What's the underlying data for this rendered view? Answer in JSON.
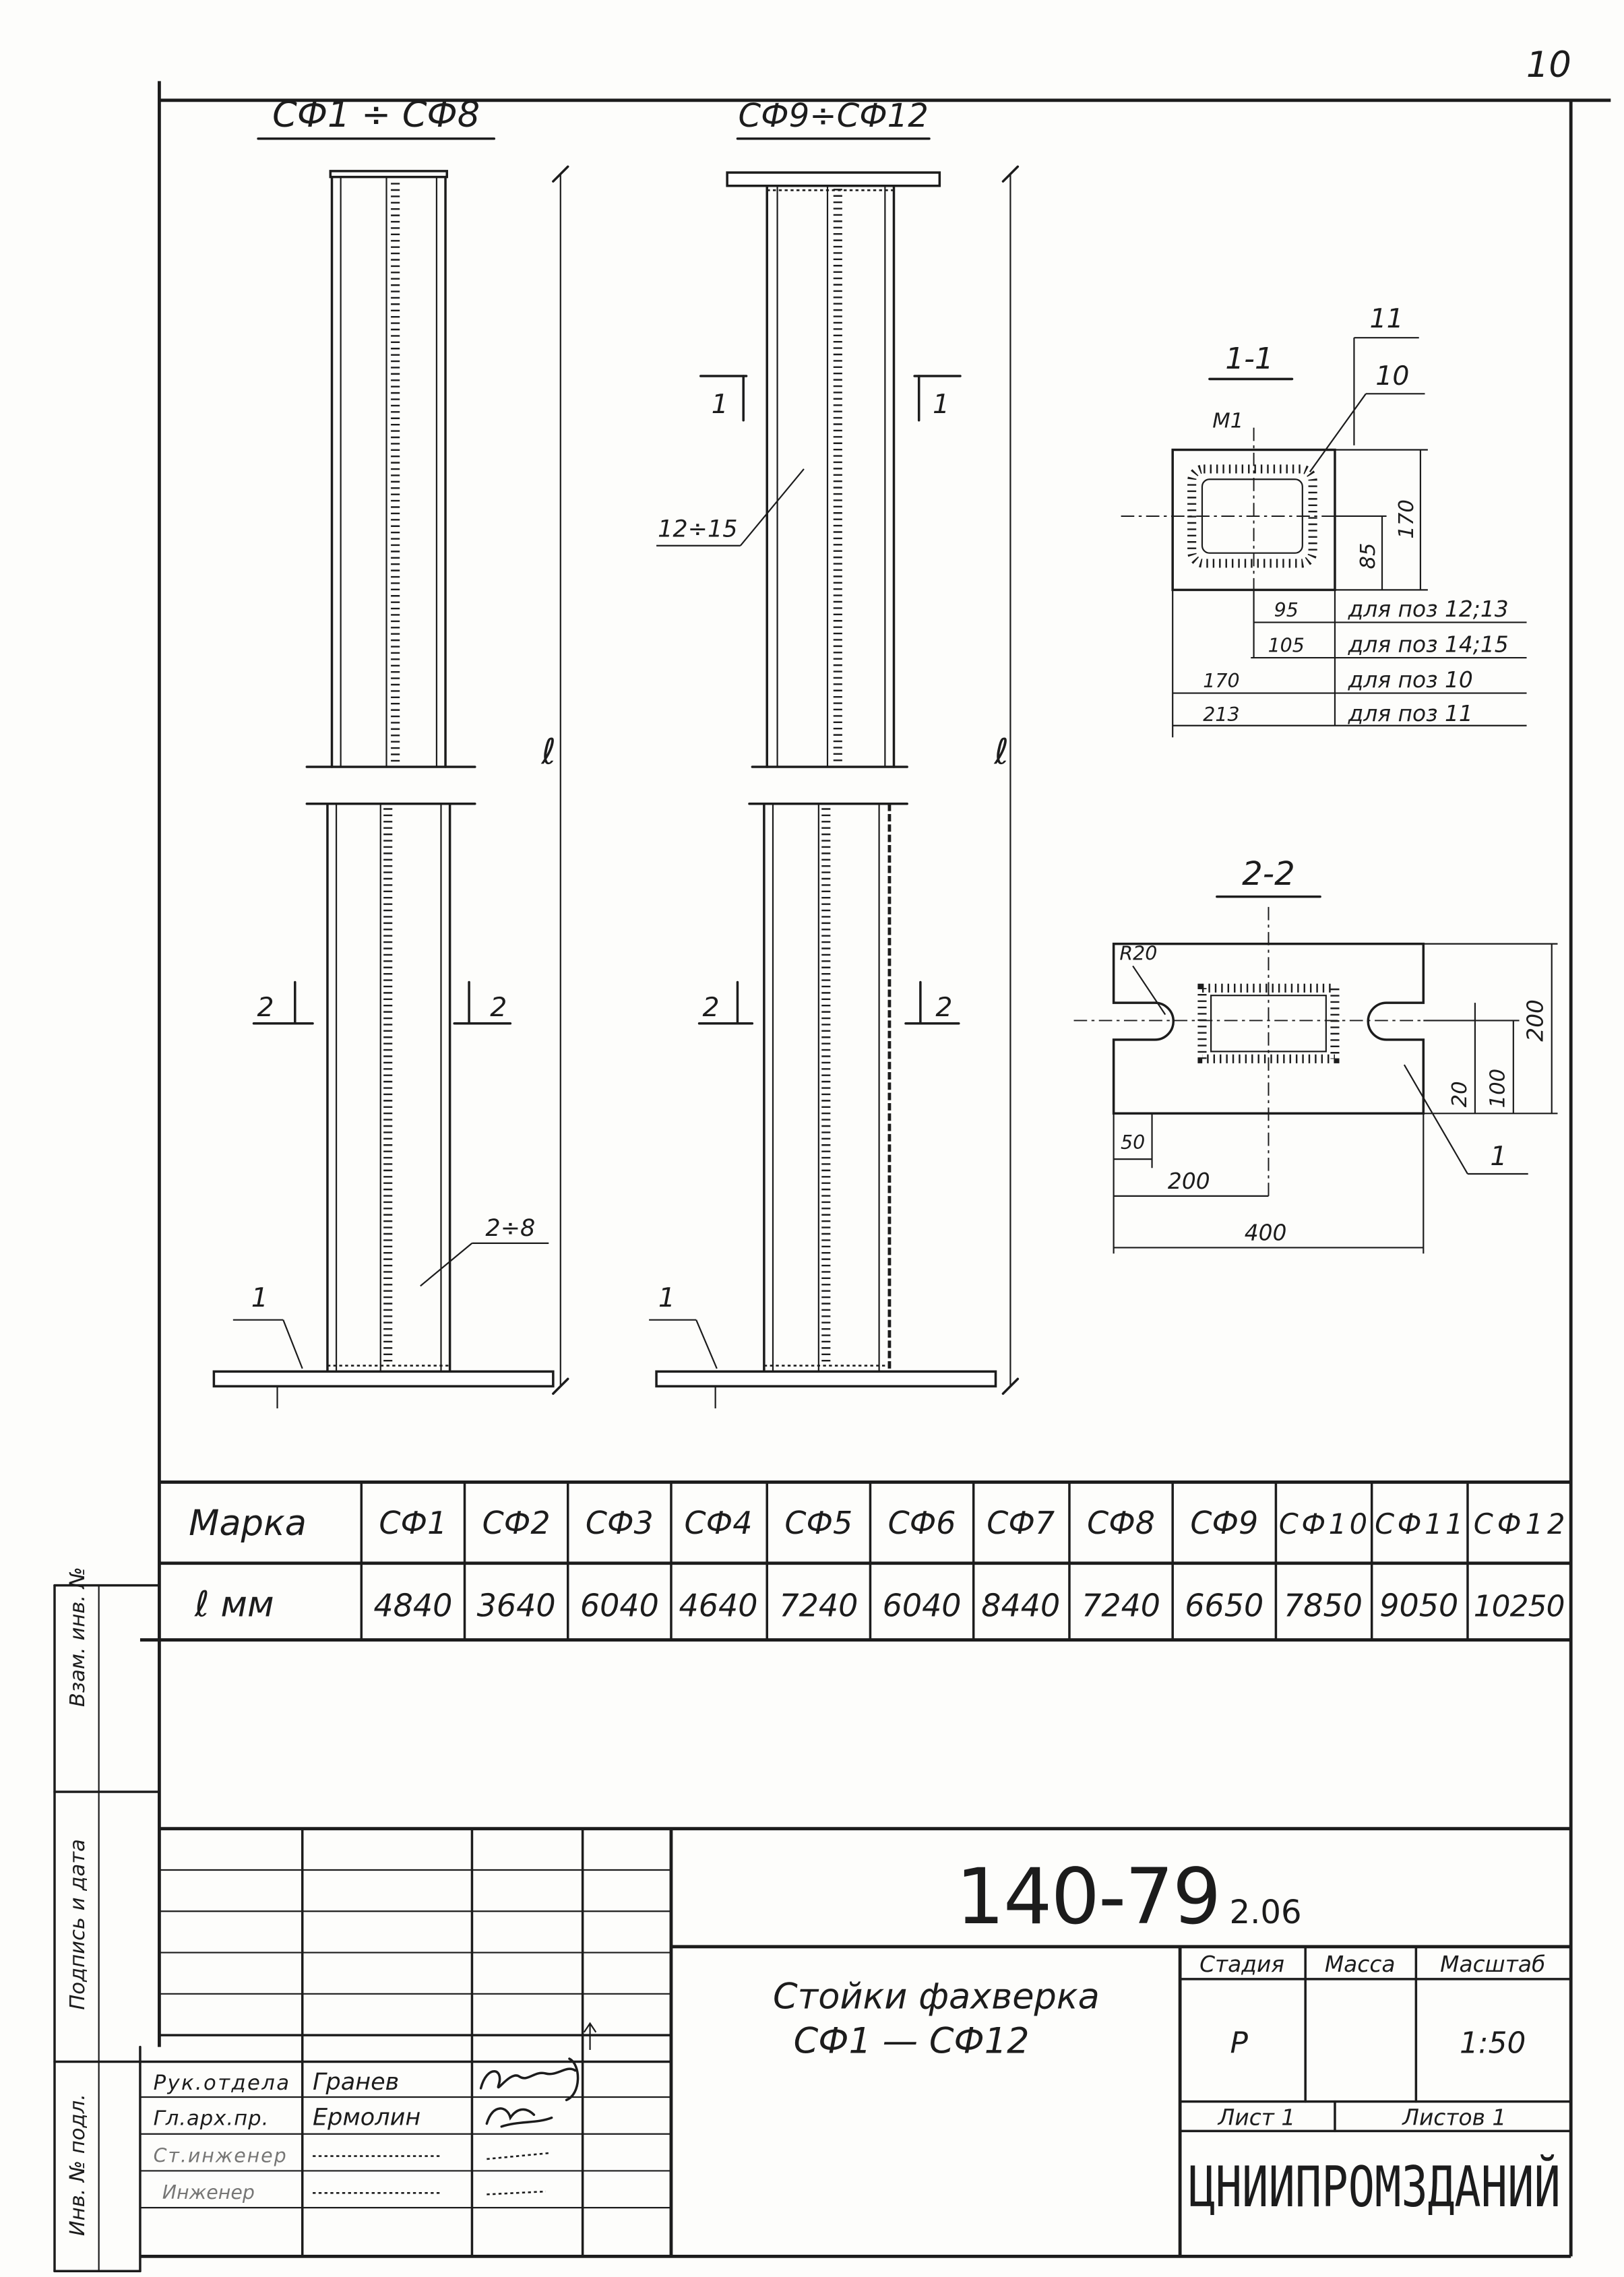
{
  "sheet_number": "10",
  "views": {
    "group1_title": "СФ1 ÷ СФ8",
    "group2_title": "СФ9÷СФ12",
    "length_label": "ℓ",
    "section_1": "1",
    "section_2": "2",
    "pos_2_8": "2÷8",
    "pos_12_15": "12÷15",
    "pos_1": "1"
  },
  "section_1_1": {
    "title": "1-1",
    "mark": "М1",
    "pos_11": "11",
    "pos_10": "10",
    "dim_170": "170",
    "dim_85": "85",
    "rows": [
      {
        "size": "95",
        "note": "для поз 12;13"
      },
      {
        "size": "105",
        "note": "для поз 14;15"
      },
      {
        "size": "170",
        "note": "для поз 10"
      },
      {
        "size": "213",
        "note": "для поз 11"
      }
    ]
  },
  "section_2_2": {
    "title": "2-2",
    "radius": "R20",
    "dim_height": "200",
    "dim_half_height": "100",
    "dim_slot": "20",
    "dim_edge": "50",
    "dim_half_width": "200",
    "dim_width": "400",
    "pos_1": "1"
  },
  "table": {
    "row_labels": [
      "Марка",
      "ℓ мм"
    ],
    "marks": [
      "СФ1",
      "СФ2",
      "СФ3",
      "СФ4",
      "СФ5",
      "СФ6",
      "СФ7",
      "СФ8",
      "СФ9",
      "СФ10",
      "СФ11",
      "СФ12"
    ],
    "lengths": [
      "4840",
      "3640",
      "6040",
      "4640",
      "7240",
      "6040",
      "8440",
      "7240",
      "6650",
      "7850",
      "9050",
      "10250"
    ]
  },
  "margin": {
    "replace_inv": "Взам. инв. №",
    "sign_date": "Подпись и дата",
    "inv_orig": "Инв. № подл."
  },
  "title_block": {
    "doc_number": "140-79",
    "sheet_code": "2.06",
    "title_line1": "Стойки фахверка",
    "title_line2": "СФ1 — СФ12",
    "stage_header": "Стадия",
    "mass_header": "Масса",
    "scale_header": "Масштаб",
    "stage": "Р",
    "scale": "1:50",
    "sheet": "Лист 1",
    "sheets": "Листов 1",
    "organization": "ЦНИИПРОМЗДАНИЙ",
    "signatures": [
      {
        "role": "Рук.отдела",
        "name": "Гранев"
      },
      {
        "role": "Гл.арх.пр.",
        "name": "Ермолин"
      },
      {
        "role": "Ст.инженер"
      },
      {
        "role": "Инженер"
      }
    ]
  }
}
